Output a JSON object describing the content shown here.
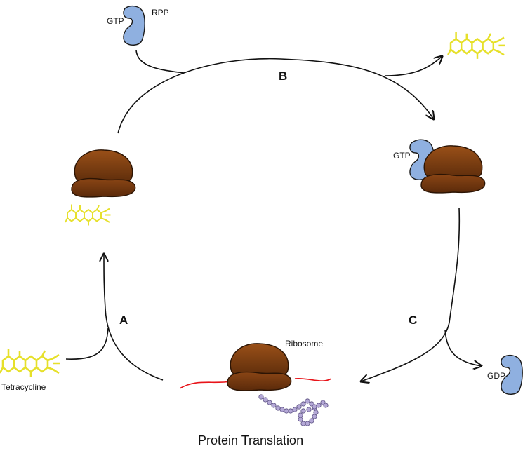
{
  "labels": {
    "gtp_top": "GTP",
    "rpp": "RPP",
    "gtp_right": "GTP",
    "gdp": "GDP",
    "ribosome": "Ribosome",
    "tetracycline": "Tetracycline",
    "protein_translation": "Protein Translation"
  },
  "steps": {
    "a": "A",
    "b": "B",
    "c": "C"
  },
  "colors": {
    "ribosome_top": "#8a4515",
    "ribosome_dark": "#5a2a0a",
    "rpp_protein": "#8fb0e0",
    "tetracycline": "#e6e02a",
    "mrna": "#e8141a",
    "peptide": "#b4a8d6",
    "arrow": "#111111"
  }
}
